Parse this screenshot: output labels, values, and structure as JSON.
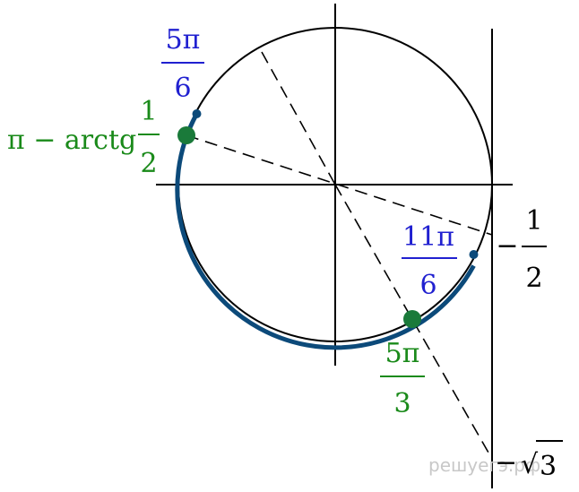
{
  "labels": {
    "five_pi_six": {
      "num": "5π",
      "den": "6"
    },
    "pi_minus_arctg": {
      "prefix": "π − arctg",
      "num": "1",
      "den": "2"
    },
    "eleven_pi_six": {
      "num": "11π",
      "den": "6"
    },
    "minus_half": {
      "sign": "−",
      "num": "1",
      "den": "2"
    },
    "five_pi_three": {
      "num": "5π",
      "den": "3"
    },
    "minus_sqrt3": {
      "sign": "−",
      "radical": "√",
      "radicand": "3"
    }
  },
  "watermark": "решуегэ.рф",
  "colors": {
    "arc": "#0c4a7a",
    "point_small": "#0c4a7a",
    "point_big": "#1a7a3a",
    "label_blue": "#2020d0",
    "label_green": "#1a8a1a"
  }
}
